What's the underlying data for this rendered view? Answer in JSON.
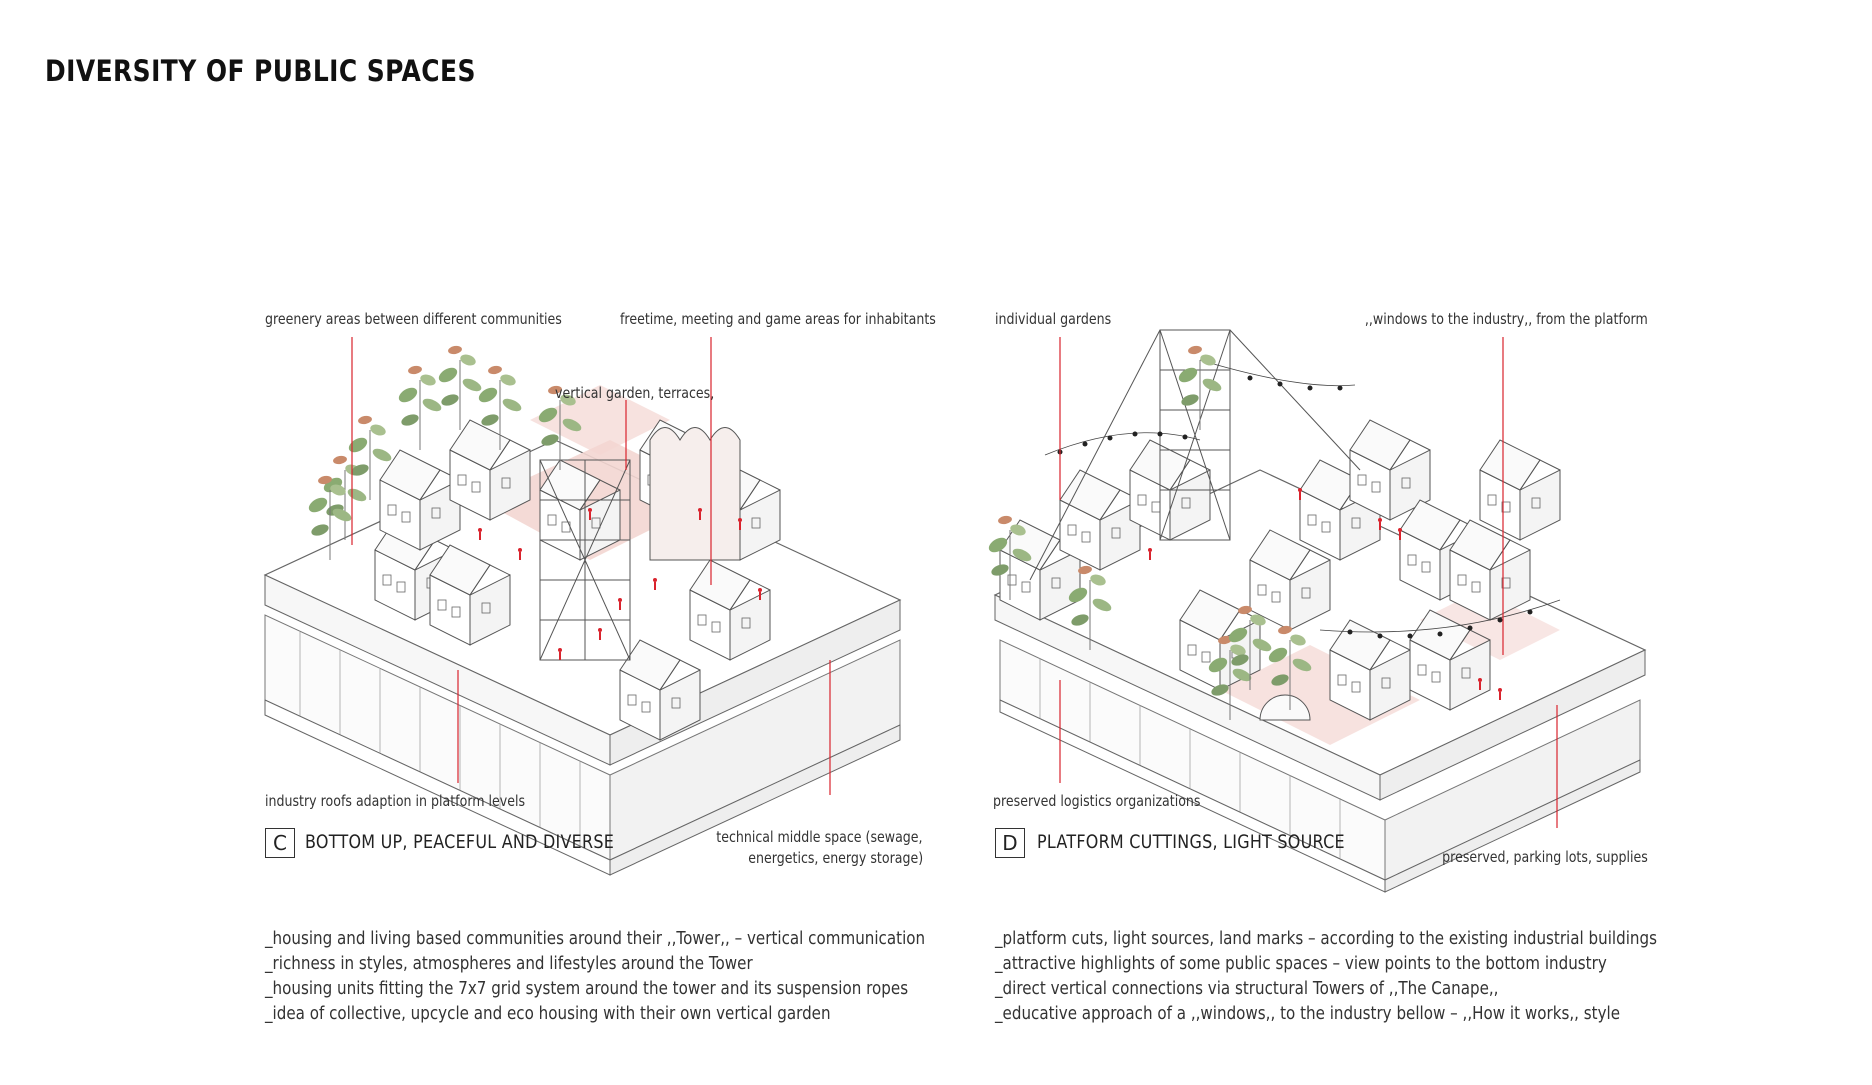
{
  "title": "DIVERSITY OF PUBLIC SPACES",
  "colors": {
    "accent": "#d9232d",
    "pink_zone": "#f3d6d2",
    "green": "#7fa36b",
    "line": "#555555"
  },
  "panel_c": {
    "letter": "C",
    "caption": "BOTTOM UP, PEACEFUL AND DIVERSE",
    "labels": {
      "greenery": "greenery areas between different communities",
      "freetime": "freetime, meeting and game areas for inhabitants",
      "vertical_garden": "vertical garden, terraces,",
      "industry_roofs": "industry roofs adaption in platform levels",
      "technical_1": "technical middle space (sewage,",
      "technical_2": "energetics, energy storage)"
    },
    "description": [
      "_housing and living based communities around their ,,Tower,, – vertical communication",
      "_richness in styles, atmospheres and lifestyles around the Tower",
      "_housing units fitting the 7x7 grid system around the tower and its suspension ropes",
      "_idea of collective, upcycle and eco housing with their own vertical garden"
    ]
  },
  "panel_d": {
    "letter": "D",
    "caption": "PLATFORM CUTTINGS, LIGHT SOURCE",
    "labels": {
      "gardens": "individual gardens",
      "windows": ",,windows to the industry,, from the platform",
      "logistics": "preserved logistics organizations",
      "parking": "preserved, parking lots, supplies"
    },
    "description": [
      "_platform cuts, light sources, land marks – according to the existing industrial buildings",
      "_attractive highlights of some public spaces – view points to the bottom industry",
      "_direct vertical connections via structural Towers of ,,The Canape,,",
      "_educative approach of a ,,windows,, to the industry bellow – ,,How it works,, style"
    ]
  }
}
